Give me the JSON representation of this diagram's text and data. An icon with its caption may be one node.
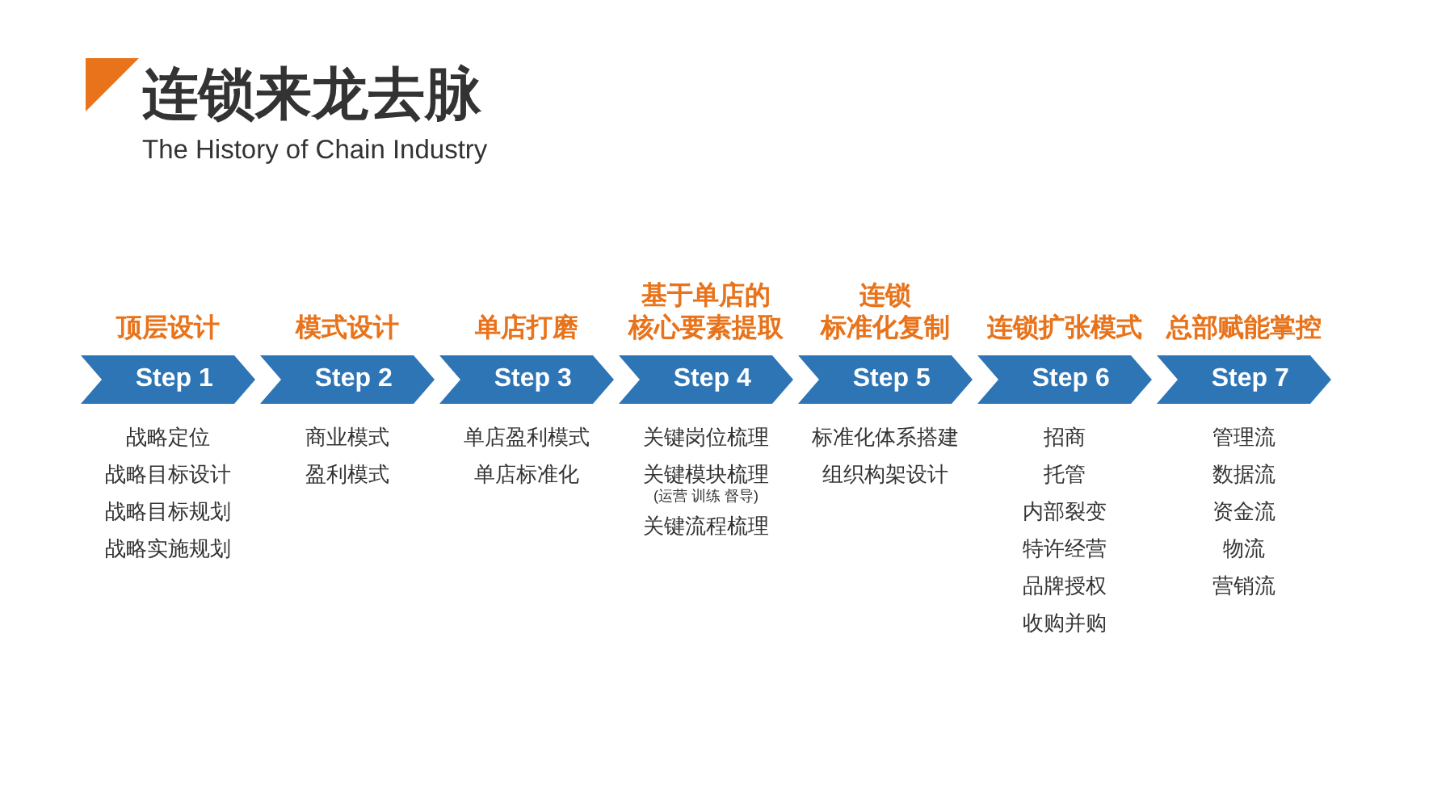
{
  "diagram": {
    "title": "连锁来龙去脉",
    "nodes": [
      {
        "text": [
          "顶层设计",
          "Step 1"
        ],
        "beside": [
          "战略定位",
          "战略目标设计",
          "战略目标规划",
          "战略实施规划"
        ]
      },
      {
        "text": [
          "模式设计",
          "Step 2"
        ],
        "beside": [
          "商业模式",
          "盈利模式"
        ]
      },
      {
        "text": [
          "单店打磨",
          "Step 3"
        ],
        "beside": [
          "单店盈利模式",
          "单店标准化"
        ]
      },
      {
        "text": [
          "基于单店的核心要素提取",
          "Step 4"
        ],
        "beside": [
          "关键岗位梳理",
          "关键模块梳理",
          "(运营 训练 督导)",
          "关键流程梳理"
        ]
      },
      {
        "text": [
          "连锁标准化复制",
          "Step 5"
        ],
        "beside": [
          "标准化体系搭建",
          "组织构架设计"
        ]
      },
      {
        "text": [
          "连锁扩张模式",
          "Step 6"
        ],
        "beside": [
          "招商",
          "托管",
          "内部裂变",
          "特许经营",
          "品牌授权",
          "收购并购"
        ]
      },
      {
        "text": [
          "总部赋能掌控",
          "Step 7"
        ],
        "beside": [
          "管理流",
          "数据流",
          "资金流",
          "物流",
          "营销流"
        ]
      }
    ],
    "labels": [
      "The History of Chain Industry"
    ]
  }
}
